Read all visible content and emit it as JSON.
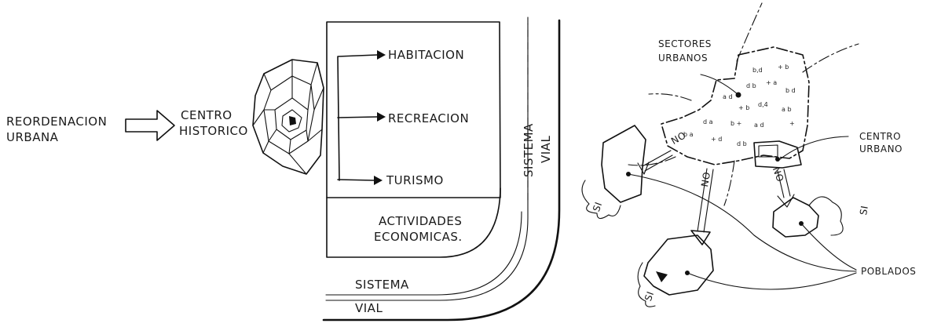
{
  "left_diagram": {
    "source_label_line1": "REORDENACION",
    "source_label_line2": "URBANA",
    "target_label_line1": "CENTRO",
    "target_label_line2": "HISTORICO",
    "uses": [
      "HABITACION",
      "RECREACION",
      "TURISMO"
    ],
    "economic_label_line1": "ACTIVIDADES",
    "economic_label_line2": "ECONOMICAS.",
    "road_label_bottom_line1": "SISTEMA",
    "road_label_bottom_line2": "VIAL",
    "road_label_vertical_line1": "SISTEMA",
    "road_label_vertical_line2": "VIAL"
  },
  "right_diagram": {
    "sectors_label_line1": "SECTORES",
    "sectors_label_line2": "URBANOS",
    "center_label_line1": "CENTRO",
    "center_label_line2": "URBANO",
    "no_label": "NO",
    "si_label": "SI",
    "towns_label": "POBLADOS"
  }
}
